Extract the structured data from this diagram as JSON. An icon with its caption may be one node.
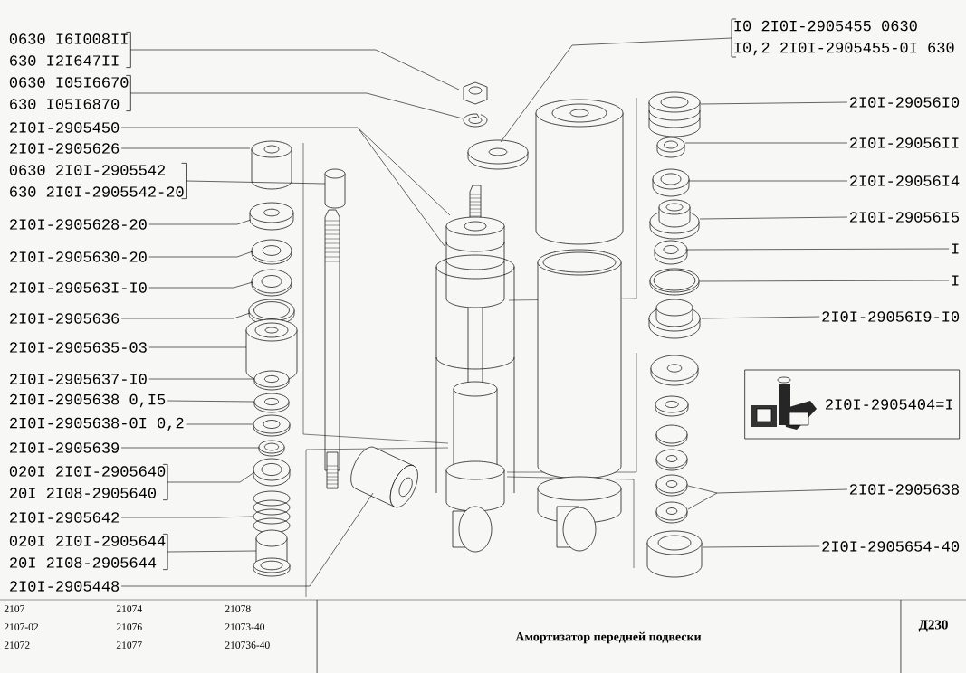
{
  "diagram": {
    "title": "Амортизатор передней подвески",
    "nodes": [
      {
        "text": [
          "0630 I6I008II",
          "630 I2I647II"
        ]
      },
      {
        "text": [
          "0630 I05I6670",
          "630 I05I6870"
        ]
      },
      {
        "text": [
          "2I0I-2905450"
        ]
      },
      {
        "text": [
          "2I0I-2905626"
        ]
      },
      {
        "text": [
          "0630 2I0I-2905542",
          "630 2I0I-2905542-20"
        ]
      },
      {
        "text": [
          "2I0I-2905628-20"
        ]
      },
      {
        "text": [
          "2I0I-2905630-20"
        ]
      },
      {
        "text": [
          "2I0I-290563I-I0"
        ]
      },
      {
        "text": [
          "2I0I-2905636"
        ]
      },
      {
        "text": [
          "2I0I-2905635-03"
        ]
      },
      {
        "text": [
          "2I0I-2905637-I0"
        ]
      },
      {
        "text": [
          "2I0I-2905638 0,I5"
        ]
      },
      {
        "text": [
          "2I0I-2905638-0I 0,2"
        ]
      },
      {
        "text": [
          "2I0I-2905639"
        ]
      },
      {
        "text": [
          "020I 2I0I-2905640",
          "20I 2I08-2905640"
        ]
      },
      {
        "text": [
          "2I0I-2905642"
        ]
      },
      {
        "text": [
          "020I 2I0I-2905644",
          "20I 2I08-2905644"
        ]
      },
      {
        "text": [
          "2I0I-2905448"
        ]
      },
      {
        "text": [
          "I0 2I0I-2905455 0630",
          "I0,2 2I0I-2905455-0I 630"
        ]
      },
      {
        "text": [
          "2I0I-29056I0"
        ]
      },
      {
        "text": [
          "2I0I-29056II"
        ]
      },
      {
        "text": [
          "2I0I-29056I4"
        ]
      },
      {
        "text": [
          "2I0I-29056I5"
        ]
      },
      {
        "text": [
          "I"
        ]
      },
      {
        "text": [
          "I"
        ]
      },
      {
        "text": [
          "2I0I-29056I9-I0"
        ]
      },
      {
        "text": [
          "2I0I-2905404=I"
        ]
      },
      {
        "text": [
          "2I0I-2905638"
        ]
      },
      {
        "text": [
          "2I0I-2905654-40"
        ]
      }
    ],
    "edges": [
      {
        "from": 0,
        "to": null,
        "arrow": "none"
      },
      {
        "from": 1,
        "to": null,
        "arrow": "none"
      },
      {
        "from": 2,
        "to": null,
        "arrow": "none"
      },
      {
        "from": 3,
        "to": null,
        "arrow": "none"
      },
      {
        "from": 4,
        "to": null,
        "arrow": "none"
      },
      {
        "from": 5,
        "to": null,
        "arrow": "none"
      },
      {
        "from": 6,
        "to": null,
        "arrow": "none"
      },
      {
        "from": 7,
        "to": null,
        "arrow": "none"
      },
      {
        "from": 8,
        "to": null,
        "arrow": "none"
      },
      {
        "from": 9,
        "to": null,
        "arrow": "none"
      },
      {
        "from": 10,
        "to": null,
        "arrow": "none"
      },
      {
        "from": 11,
        "to": null,
        "arrow": "none"
      },
      {
        "from": 12,
        "to": null,
        "arrow": "none"
      },
      {
        "from": 13,
        "to": null,
        "arrow": "none"
      },
      {
        "from": 14,
        "to": null,
        "arrow": "none"
      },
      {
        "from": 15,
        "to": null,
        "arrow": "none"
      },
      {
        "from": 16,
        "to": null,
        "arrow": "none"
      },
      {
        "from": 17,
        "to": null,
        "arrow": "none"
      },
      {
        "from": 18,
        "to": null,
        "arrow": "none"
      },
      {
        "from": 19,
        "to": null,
        "arrow": "none"
      },
      {
        "from": 20,
        "to": null,
        "arrow": "none"
      },
      {
        "from": 21,
        "to": null,
        "arrow": "none"
      },
      {
        "from": 22,
        "to": null,
        "arrow": "none"
      },
      {
        "from": 23,
        "to": null,
        "arrow": "none"
      },
      {
        "from": 24,
        "to": null,
        "arrow": "none"
      },
      {
        "from": 25,
        "to": null,
        "arrow": "none"
      },
      {
        "from": 27,
        "to": null,
        "arrow": "none"
      },
      {
        "from": 28,
        "to": null,
        "arrow": "none"
      }
    ],
    "labels": [
      "2107",
      "21074",
      "21078",
      "2107-02",
      "21076",
      "21073-40",
      "21072",
      "21077",
      "210736-40",
      "Д230"
    ]
  }
}
